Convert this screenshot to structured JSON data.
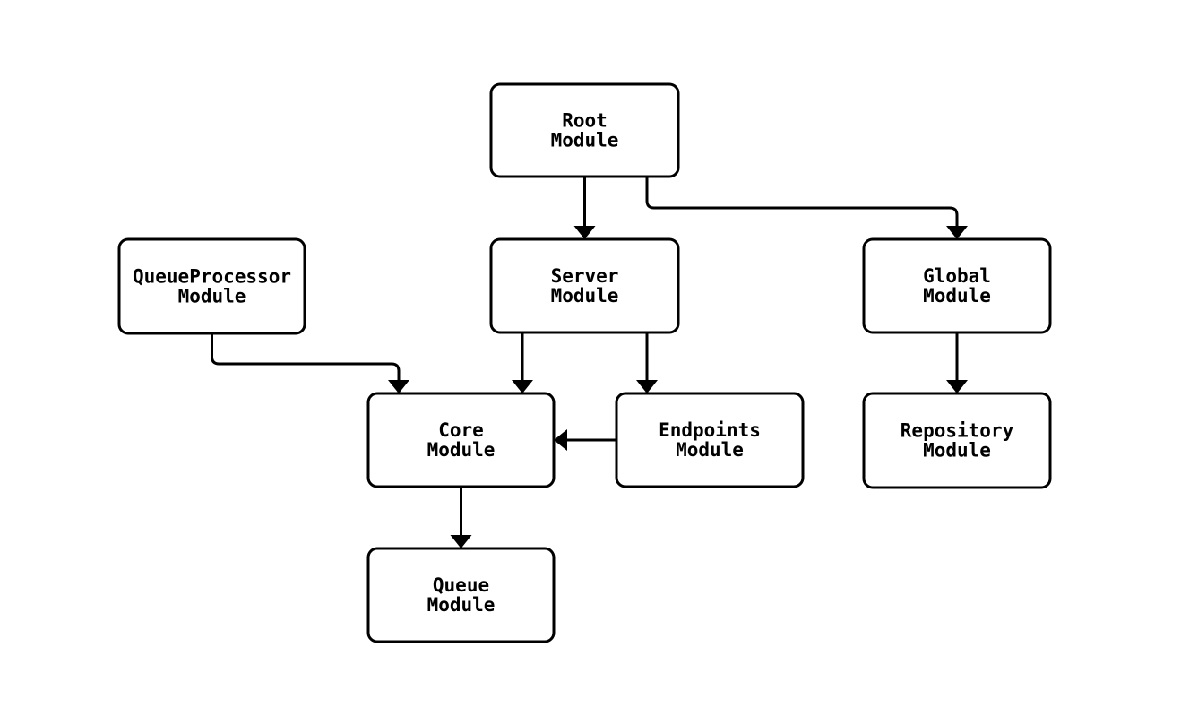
{
  "diagram": {
    "type": "flowchart",
    "background_color": "#ffffff",
    "node_fill_color": "#ffffff",
    "line_color": "#000000",
    "text_color": "#000000",
    "nodes": [
      {
        "id": "root",
        "line1": "Root",
        "line2": "Module"
      },
      {
        "id": "queueprocessor",
        "line1": "QueueProcessor",
        "line2": "Module"
      },
      {
        "id": "server",
        "line1": "Server",
        "line2": "Module"
      },
      {
        "id": "global",
        "line1": "Global",
        "line2": "Module"
      },
      {
        "id": "core",
        "line1": "Core",
        "line2": "Module"
      },
      {
        "id": "endpoints",
        "line1": "Endpoints",
        "line2": "Module"
      },
      {
        "id": "repository",
        "line1": "Repository",
        "line2": "Module"
      },
      {
        "id": "queue",
        "line1": "Queue",
        "line2": "Module"
      }
    ],
    "edges": [
      {
        "from": "Root Module",
        "to": "Server Module"
      },
      {
        "from": "Root Module",
        "to": "Global Module"
      },
      {
        "from": "QueueProcessor Module",
        "to": "Core Module"
      },
      {
        "from": "Server Module",
        "to": "Core Module"
      },
      {
        "from": "Server Module",
        "to": "Endpoints Module"
      },
      {
        "from": "Endpoints Module",
        "to": "Core Module"
      },
      {
        "from": "Global Module",
        "to": "Repository Module"
      },
      {
        "from": "Core Module",
        "to": "Queue Module"
      }
    ]
  }
}
